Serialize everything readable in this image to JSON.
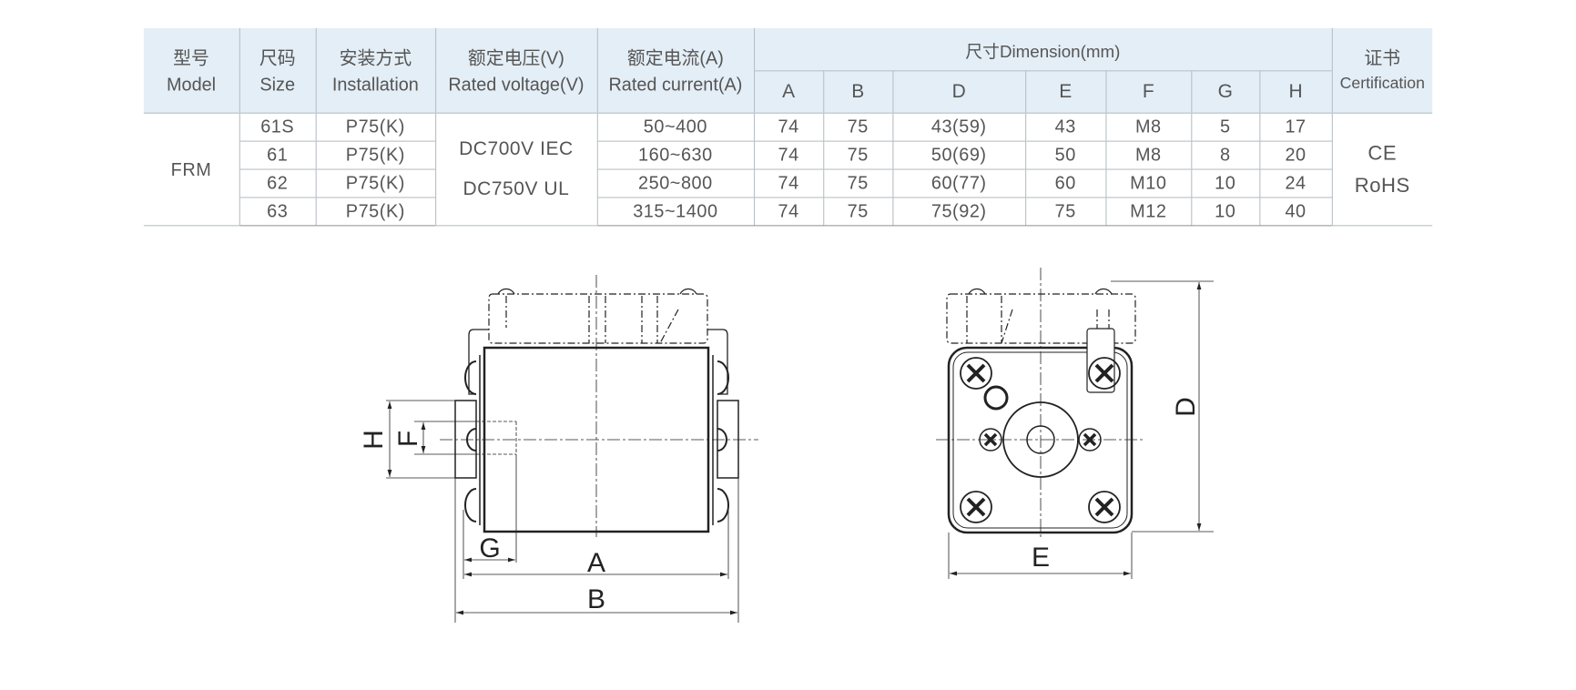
{
  "table": {
    "headers": {
      "model": {
        "cn": "型号",
        "en": "Model"
      },
      "size": {
        "cn": "尺码",
        "en": "Size"
      },
      "installation": {
        "cn": "安装方式",
        "en": "Installation"
      },
      "rated_voltage": {
        "cn": "额定电压(V)",
        "en": "Rated voltage(V)"
      },
      "rated_current": {
        "cn": "额定电流(A)",
        "en": "Rated current(A)"
      },
      "dimension": "尺寸Dimension(mm)",
      "dim_cols": [
        "A",
        "B",
        "D",
        "E",
        "F",
        "G",
        "H"
      ],
      "certification": {
        "cn": "证书",
        "en": "Certification"
      }
    },
    "model": "FRM",
    "voltage": [
      "DC700V IEC",
      "DC750V UL"
    ],
    "certs": [
      "CE",
      "RoHS"
    ],
    "rows": [
      {
        "size": "61S",
        "installation": "P75(K)",
        "current": "50~400",
        "A": "74",
        "B": "75",
        "D": "43(59)",
        "E": "43",
        "F": "M8",
        "G": "5",
        "H": "17"
      },
      {
        "size": "61",
        "installation": "P75(K)",
        "current": "160~630",
        "A": "74",
        "B": "75",
        "D": "50(69)",
        "E": "50",
        "F": "M8",
        "G": "8",
        "H": "20"
      },
      {
        "size": "62",
        "installation": "P75(K)",
        "current": "250~800",
        "A": "74",
        "B": "75",
        "D": "60(77)",
        "E": "60",
        "F": "M10",
        "G": "10",
        "H": "24"
      },
      {
        "size": "63",
        "installation": "P75(K)",
        "current": "315~1400",
        "A": "74",
        "B": "75",
        "D": "75(92)",
        "E": "75",
        "F": "M12",
        "G": "10",
        "H": "40"
      }
    ]
  },
  "drawing": {
    "labels": {
      "A": "A",
      "B": "B",
      "D": "D",
      "E": "E",
      "F": "F",
      "G": "G",
      "H": "H"
    }
  }
}
